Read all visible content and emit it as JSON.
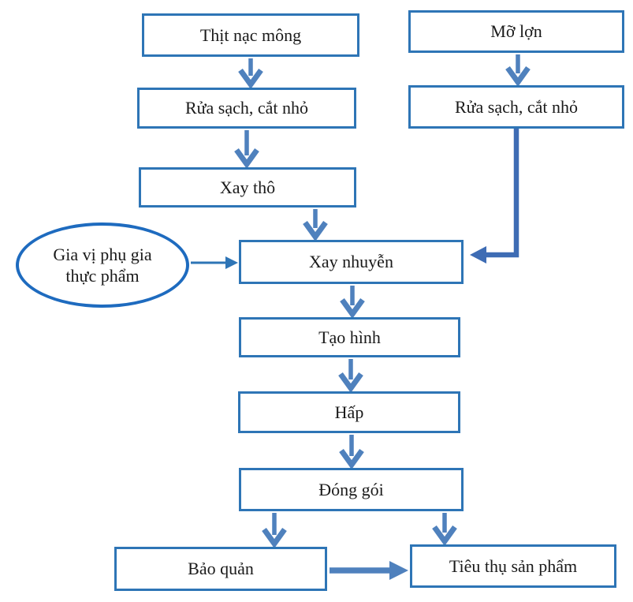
{
  "diagram": {
    "type": "flowchart",
    "nodes": {
      "thit_nac_mong": "Thịt nạc mông",
      "mo_lon": "Mỡ lợn",
      "rua_sach_trai": "Rửa sạch, cắt nhỏ",
      "rua_sach_phai": "Rửa sạch, cắt nhỏ",
      "xay_tho": "Xay thô",
      "xay_nhuyen": "Xay nhuyễn",
      "tao_hinh": "Tạo hình",
      "hap": "Hấp",
      "dong_goi": "Đóng gói",
      "bao_quan": "Bảo quản",
      "tieu_thu": "Tiêu thụ sản phẩm",
      "gia_vi_line1": "Gia vị phụ gia",
      "gia_vi_line2": "thực phẩm"
    },
    "edges": [
      {
        "from": "Thịt nạc mông",
        "to": "Rửa sạch, cắt nhỏ"
      },
      {
        "from": "Rửa sạch, cắt nhỏ",
        "to": "Xay thô"
      },
      {
        "from": "Xay thô",
        "to": "Xay nhuyễn"
      },
      {
        "from": "Mỡ lợn",
        "to": "Rửa sạch, cắt nhỏ"
      },
      {
        "from": "Rửa sạch, cắt nhỏ",
        "to": "Xay nhuyễn"
      },
      {
        "from": "Gia vị phụ gia thực phẩm",
        "to": "Xay nhuyễn"
      },
      {
        "from": "Xay nhuyễn",
        "to": "Tạo hình"
      },
      {
        "from": "Tạo hình",
        "to": "Hấp"
      },
      {
        "from": "Hấp",
        "to": "Đóng gói"
      },
      {
        "from": "Đóng gói",
        "to": "Bảo quản"
      },
      {
        "from": "Đóng gói",
        "to": "Tiêu thụ sản phẩm"
      },
      {
        "from": "Bảo quản",
        "to": "Tiêu thụ sản phẩm"
      }
    ],
    "colors": {
      "box_border": "#2e75b6",
      "ellipse_border": "#1e6bbf",
      "arrow": "#4f81bd",
      "connector": "#3e6cb4",
      "text": "#1a1a1a",
      "background": "#ffffff"
    }
  }
}
